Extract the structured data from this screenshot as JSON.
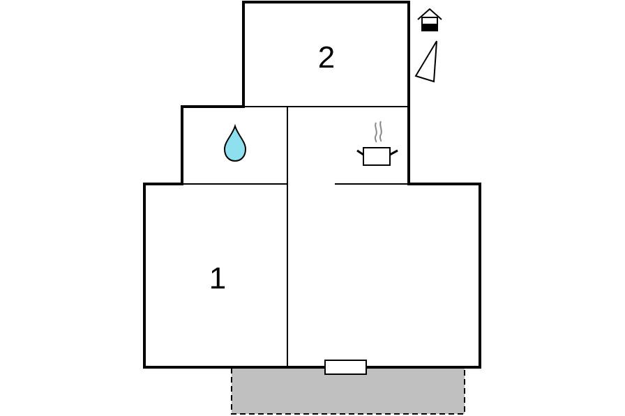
{
  "floorplan": {
    "rooms": [
      {
        "label": "1",
        "kind": "bedroom"
      },
      {
        "label": "2",
        "kind": "bedroom"
      }
    ],
    "icons": {
      "bathroom": "water-drop-icon",
      "kitchen": "cooking-pot-icon",
      "house_marker": "house-icon",
      "north_marker": "north-arrow-icon",
      "entrance": "door-icon",
      "terrace": "terrace-area"
    },
    "colors": {
      "walls": "#000000",
      "water_drop": "#8ee0ee",
      "terrace": "#c0c0c0",
      "background": "#ffffff"
    }
  }
}
